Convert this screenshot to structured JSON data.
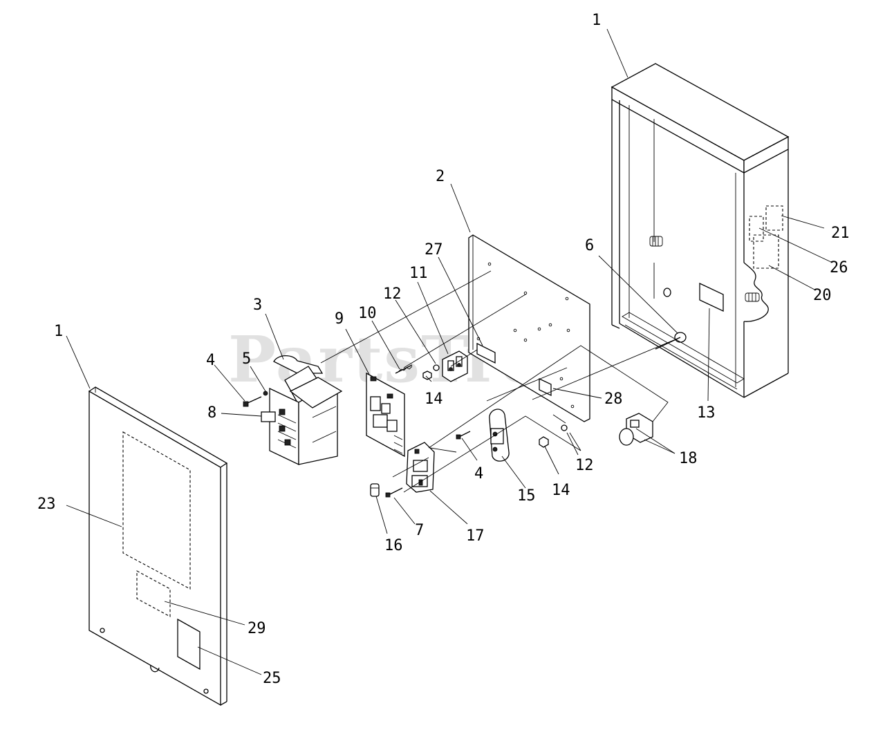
{
  "watermark": "PartsTree",
  "callouts": {
    "c1_right": "1",
    "c1_left": "1",
    "c2": "2",
    "c3": "3",
    "c4_left": "4",
    "c4_mid": "4",
    "c5": "5",
    "c6": "6",
    "c7": "7",
    "c8": "8",
    "c9": "9",
    "c10": "10",
    "c11": "11",
    "c12_top": "12",
    "c12_right": "12",
    "c13": "13",
    "c14_top": "14",
    "c14_bottom": "14",
    "c15": "15",
    "c16": "16",
    "c17": "17",
    "c18": "18",
    "c20": "20",
    "c21": "21",
    "c23": "23",
    "c25": "25",
    "c26": "26",
    "c27": "27",
    "c28": "28",
    "c29": "29"
  }
}
